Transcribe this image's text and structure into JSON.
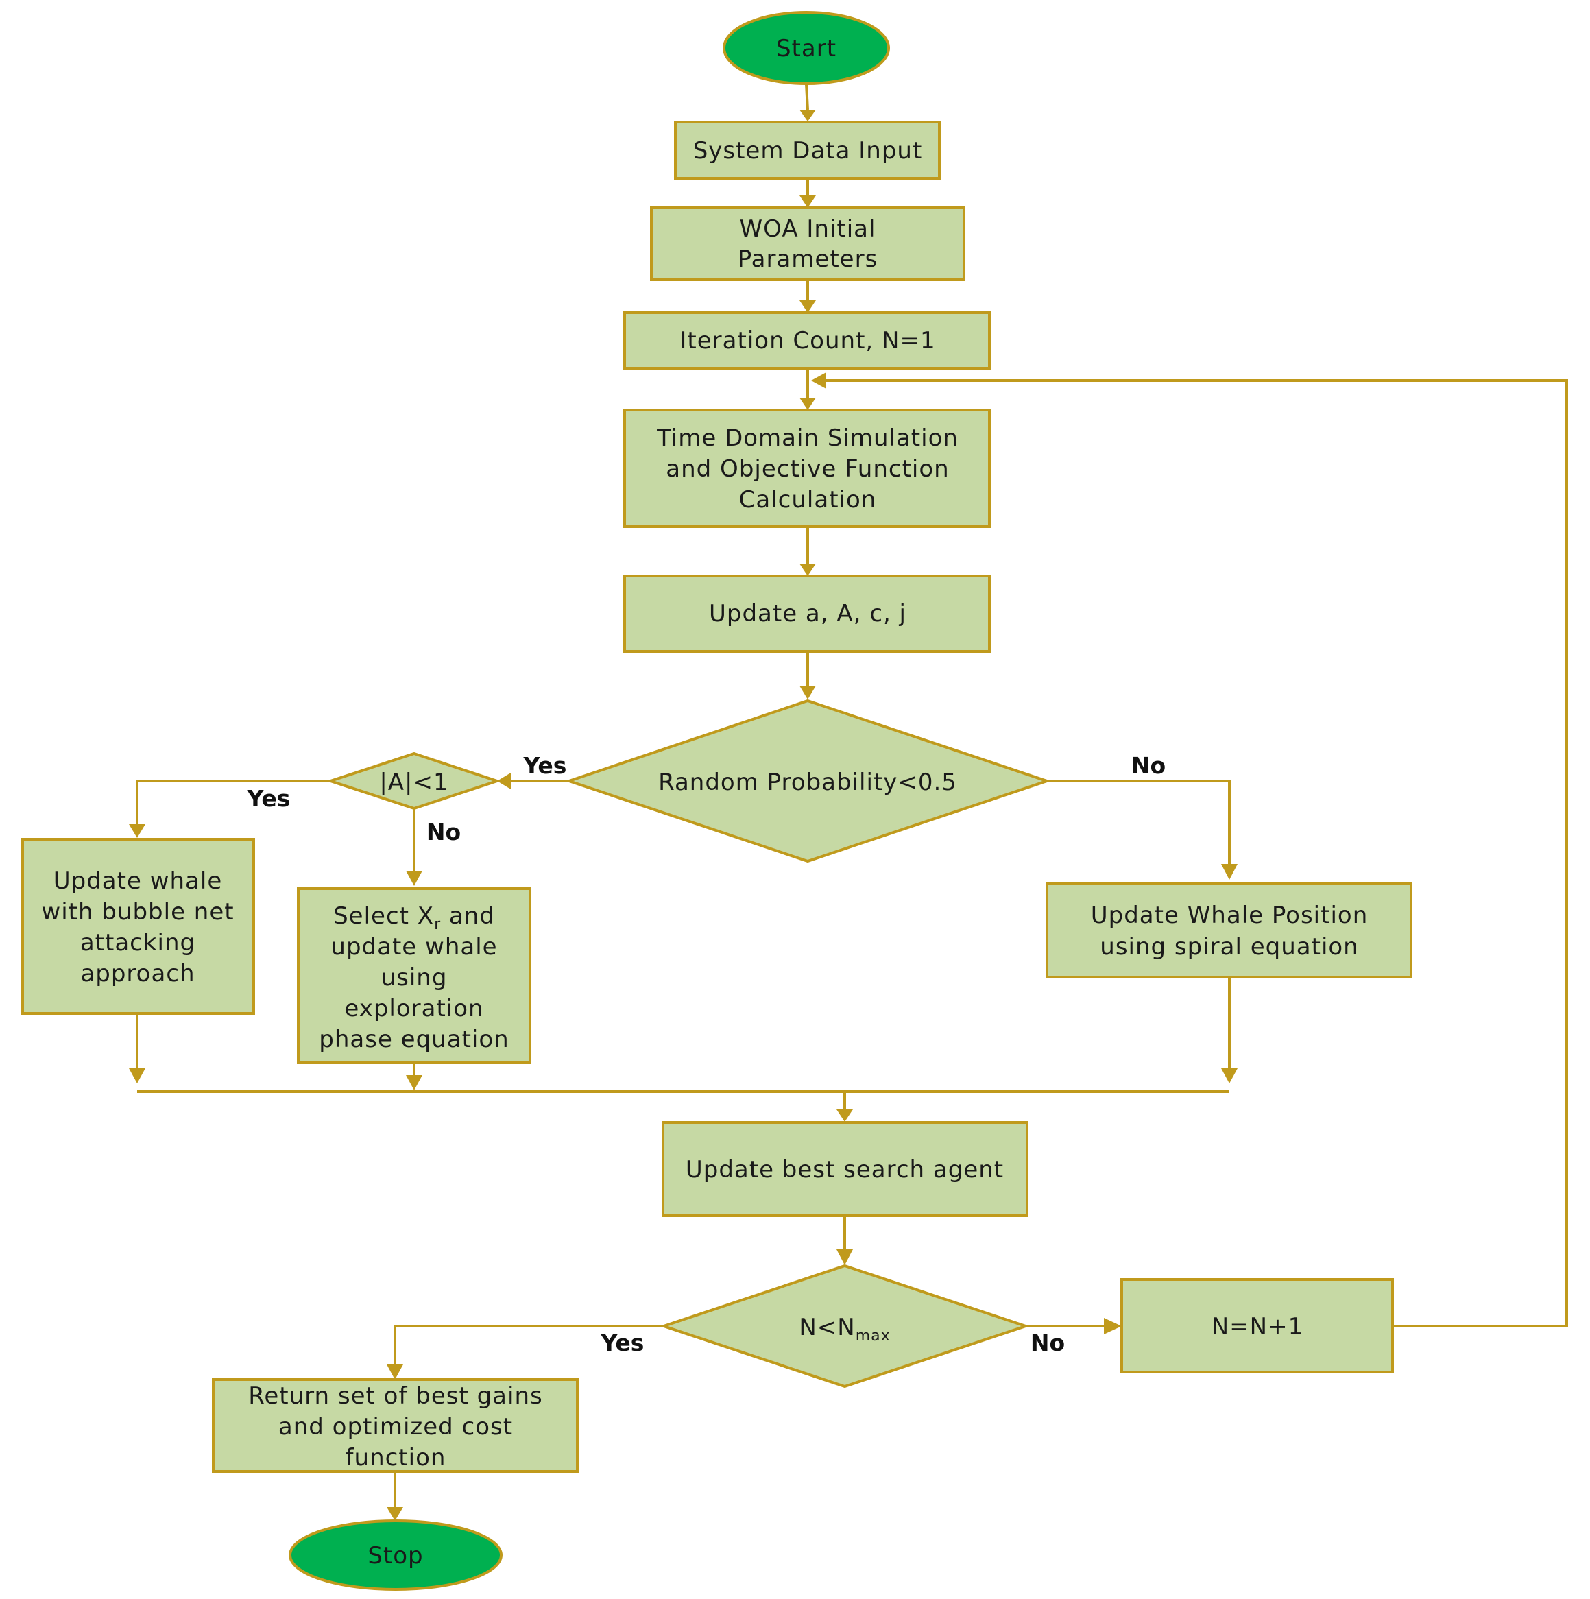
{
  "nodes": {
    "start": "Start",
    "system_data_input": "System Data Input",
    "woa_initial": [
      "WOA Initial",
      "Parameters"
    ],
    "iteration_count": "Iteration Count, N=1",
    "time_domain": [
      "Time Domain Simulation",
      "and Objective Function",
      "Calculation"
    ],
    "update_params": "Update a, A, c, j",
    "random_probability": "Random Probability<0.5",
    "abs_a": "|A|<1",
    "bubble_net": [
      "Update whale",
      "with bubble net",
      "attacking",
      "approach"
    ],
    "select_xr": {
      "line1_pre": "Select X",
      "line1_sub": "r",
      "line1_post": " and",
      "rest": [
        "update whale",
        "using",
        "exploration",
        "phase equation"
      ]
    },
    "spiral": [
      "Update Whale Position",
      "using spiral equation"
    ],
    "best_agent": "Update best search agent",
    "n_check": {
      "main": "N<N",
      "sub": "max"
    },
    "n_increment": "N=N+1",
    "return_set": [
      "Return set of best gains",
      "and optimized cost",
      "function"
    ],
    "stop": "Stop"
  },
  "labels": {
    "rand_yes": "Yes",
    "rand_no": "No",
    "abs_yes": "Yes",
    "abs_no": "No",
    "n_yes": "Yes",
    "n_no": "No"
  },
  "colors": {
    "box_fill": "#c6d9a4",
    "terminal_fill": "#00b050",
    "line": "#c09a1c"
  }
}
